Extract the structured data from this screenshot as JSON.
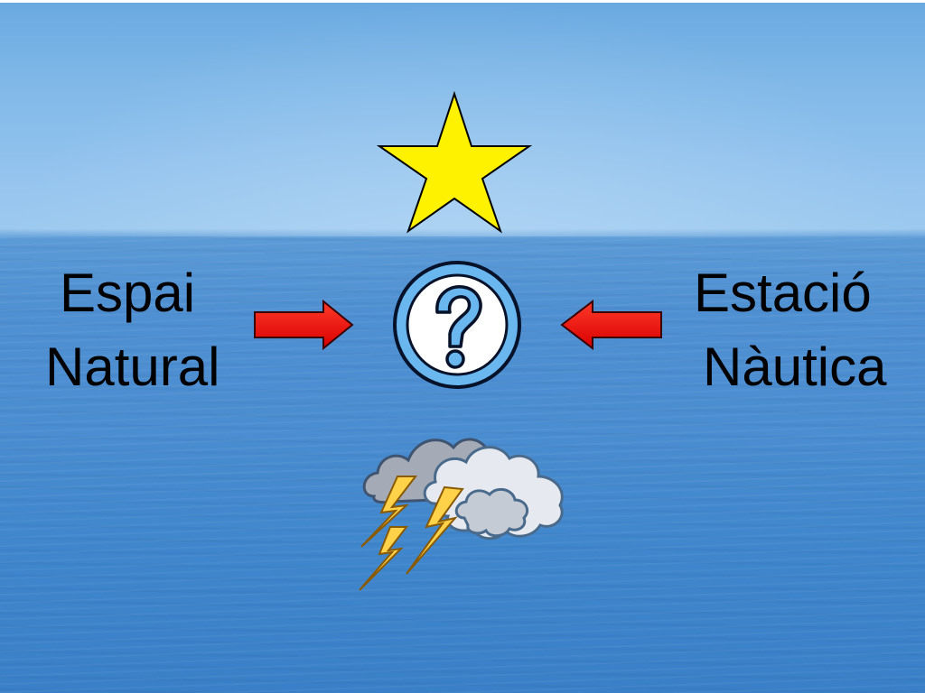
{
  "slide": {
    "left_label": {
      "line1": "Espai",
      "line2": "Natural"
    },
    "right_label": {
      "line1": "Estació",
      "line2": "Nàutica"
    },
    "icons": {
      "top": "star-icon",
      "center": "question-mark-icon",
      "bottom": "storm-cloud-icon",
      "left_arrow": "arrow-right-icon",
      "right_arrow": "arrow-left-icon"
    },
    "colors": {
      "star": "#fff200",
      "arrow": "#ee1111",
      "help_ring": "#69b4ee",
      "cloud": "#c7cdd6",
      "lightning": "#ffd24a"
    }
  }
}
